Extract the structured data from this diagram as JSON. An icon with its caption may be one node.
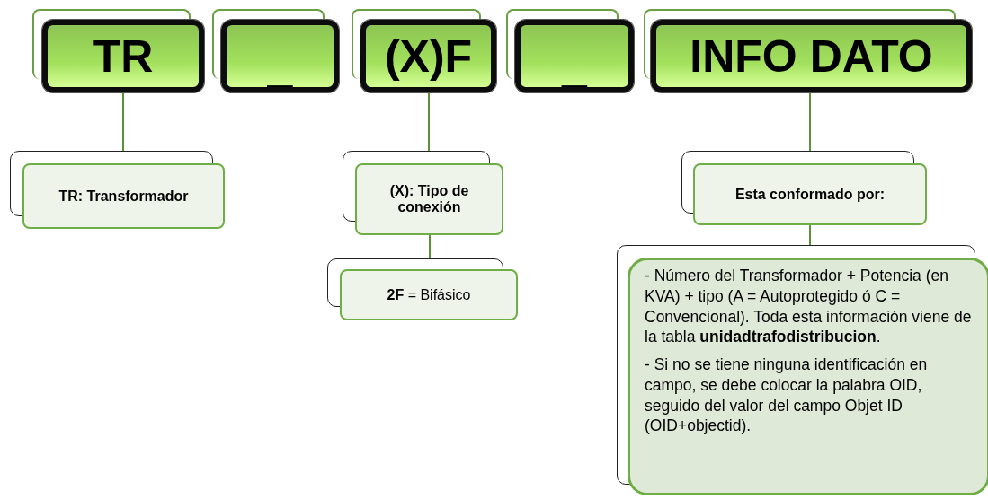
{
  "diagram": {
    "nodes": [
      {
        "text": [
          "TR"
        ]
      },
      {
        "text": [
          "_"
        ]
      },
      {
        "text": [
          "(X)F"
        ]
      },
      {
        "text": [
          "_"
        ]
      },
      {
        "text": [
          "INFO DATO"
        ]
      },
      {
        "text": [
          "TR: Transformador"
        ]
      },
      {
        "text": [
          "(X): Tipo de conexión"
        ]
      },
      {
        "text": [
          "**2F** = Bifásico"
        ]
      },
      {
        "text": [
          "Esta conformado por:"
        ]
      },
      {
        "text": [
          "- Número del Transformador + Potencia (en KVA) + tipo (A = Autoprotegido ó C = Convencional). Toda esta información viene de la tabla **unidadtrafodistribucion**.",
          "- Si no se tiene ninguna identificación en campo, se debe colocar la palabra OID, seguido del valor del campo Objet ID (OID+objectid)."
        ]
      }
    ],
    "edges": [
      {
        "from": 0,
        "to": 5,
        "arrow": "none"
      },
      {
        "from": 2,
        "to": 6,
        "arrow": "none"
      },
      {
        "from": 6,
        "to": 7,
        "arrow": "none"
      },
      {
        "from": 4,
        "to": 8,
        "arrow": "none"
      },
      {
        "from": 8,
        "to": 9,
        "arrow": "none"
      }
    ]
  }
}
